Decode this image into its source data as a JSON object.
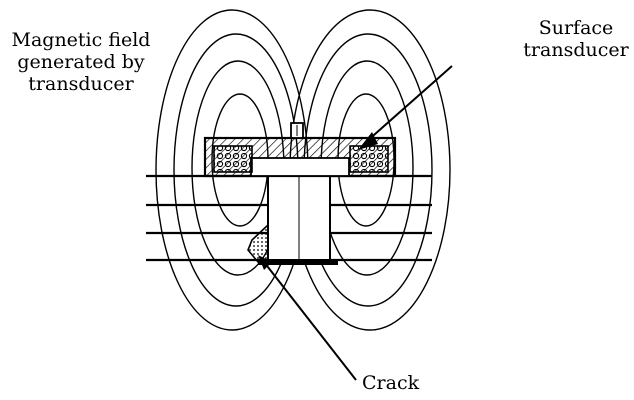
{
  "labels": {
    "magnetic_field_line1": "Magnetic field",
    "magnetic_field_line2": "generated by",
    "magnetic_field_line3": "transducer",
    "surface_transducer_line1": "Surface",
    "surface_transducer_line2": "transducer",
    "crack": "Crack"
  },
  "colors": {
    "ink": "#000000",
    "background": "#ffffff"
  }
}
